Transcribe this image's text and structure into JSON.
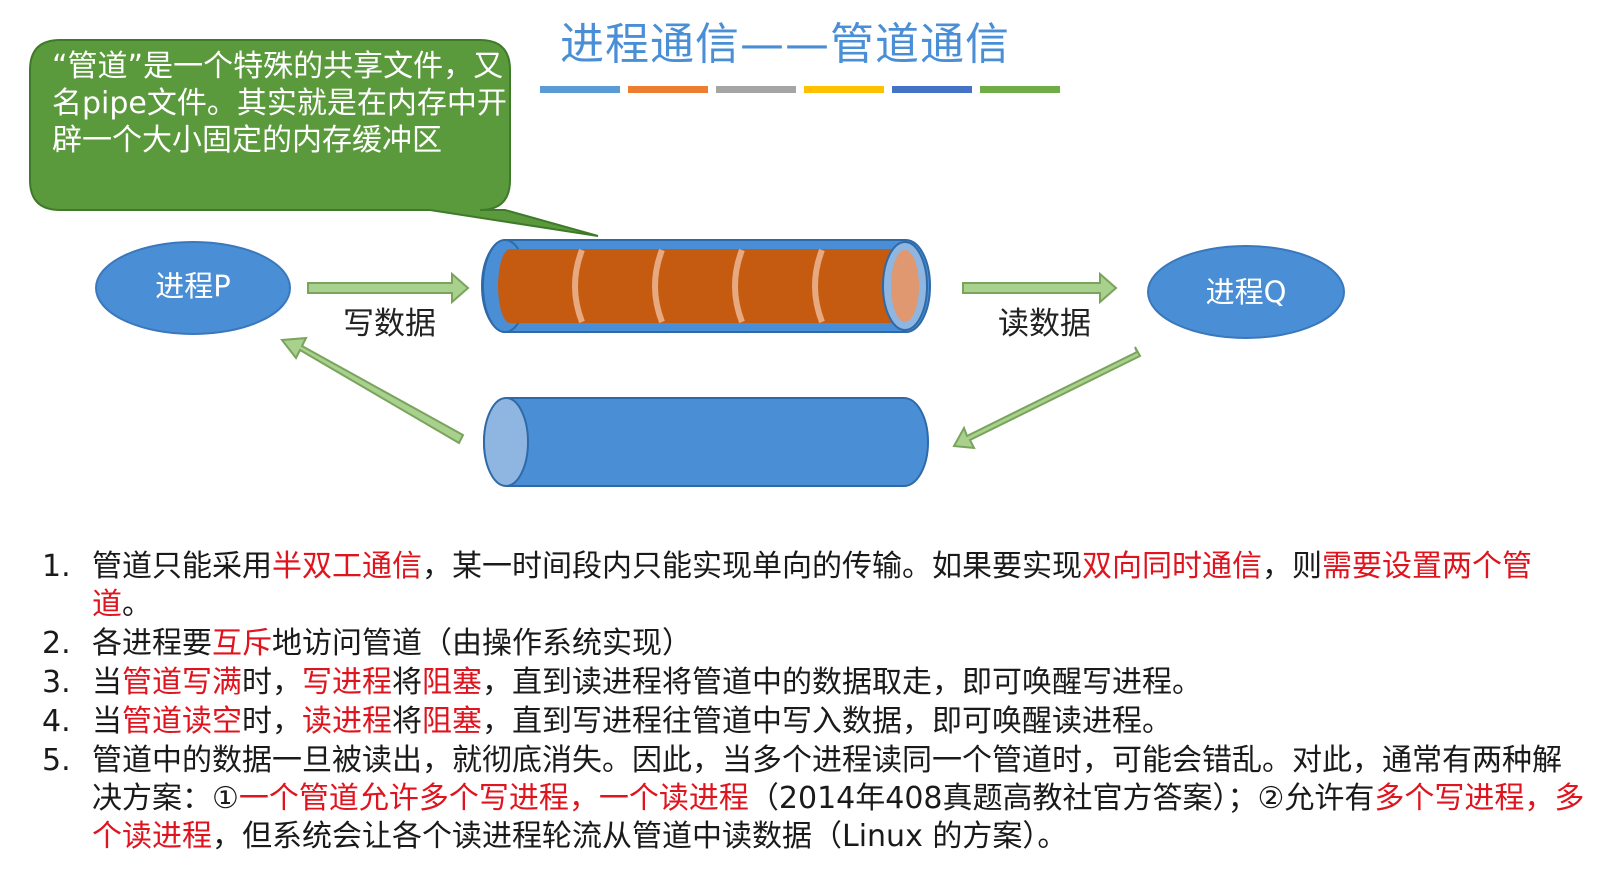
{
  "title": "进程通信——管道通信",
  "title_bar_colors": [
    "#5b9bd5",
    "#ed7d31",
    "#a5a5a5",
    "#ffc000",
    "#4472c4",
    "#70ad47"
  ],
  "callout": {
    "text": "“管道”是一个特殊的共享文件，又名pipe文件。其实就是在内存中开辟一个大小固定的内存缓冲区",
    "fill": "#5b9a3c"
  },
  "process_p": "进程P",
  "process_q": "进程Q",
  "write_label": "写数据",
  "read_label": "读数据",
  "colors": {
    "ellipse": "#4a8fd6",
    "pipe_body": "#4a8fd6",
    "pipe_fill": "#c55a11",
    "arrow": "#a9d18e",
    "highlight": "#e0141e"
  },
  "notes": [
    {
      "num": "1.",
      "parts": [
        {
          "t": "管道只能采用",
          "hl": false
        },
        {
          "t": "半双工通信",
          "hl": true
        },
        {
          "t": "，某一时间段内只能实现单向的传输。如果要实现",
          "hl": false
        },
        {
          "t": "双向同时通信",
          "hl": true
        },
        {
          "t": "，则",
          "hl": false
        },
        {
          "t": "需要设置两个管道",
          "hl": true
        },
        {
          "t": "。",
          "hl": false
        }
      ]
    },
    {
      "num": "2.",
      "parts": [
        {
          "t": "各进程要",
          "hl": false
        },
        {
          "t": "互斥",
          "hl": true
        },
        {
          "t": "地访问管道（由操作系统实现）",
          "hl": false
        }
      ]
    },
    {
      "num": "3.",
      "parts": [
        {
          "t": "当",
          "hl": false
        },
        {
          "t": "管道写满",
          "hl": true
        },
        {
          "t": "时，",
          "hl": false
        },
        {
          "t": "写进程",
          "hl": true
        },
        {
          "t": "将",
          "hl": false
        },
        {
          "t": "阻塞",
          "hl": true
        },
        {
          "t": "，直到读进程将管道中的数据取走，即可唤醒写进程。",
          "hl": false
        }
      ]
    },
    {
      "num": "4.",
      "parts": [
        {
          "t": "当",
          "hl": false
        },
        {
          "t": "管道读空",
          "hl": true
        },
        {
          "t": "时，",
          "hl": false
        },
        {
          "t": "读进程",
          "hl": true
        },
        {
          "t": "将",
          "hl": false
        },
        {
          "t": "阻塞",
          "hl": true
        },
        {
          "t": "，直到写进程往管道中写入数据，即可唤醒读进程。",
          "hl": false
        }
      ]
    },
    {
      "num": "5.",
      "parts": [
        {
          "t": "管道中的数据一旦被读出，就彻底消失。因此，当多个进程读同一个管道时，可能会错乱。对此，通常有两种解决方案：①",
          "hl": false
        },
        {
          "t": "一个管道允许多个写进程，一个读进程",
          "hl": true
        },
        {
          "t": "（2014年408真题高教社官方答案）；②允许有",
          "hl": false
        },
        {
          "t": "多个写进程，多个读进程",
          "hl": true
        },
        {
          "t": "，但系统会让各个读进程轮流从管道中读数据（Linux 的方案）。",
          "hl": false
        }
      ]
    }
  ]
}
